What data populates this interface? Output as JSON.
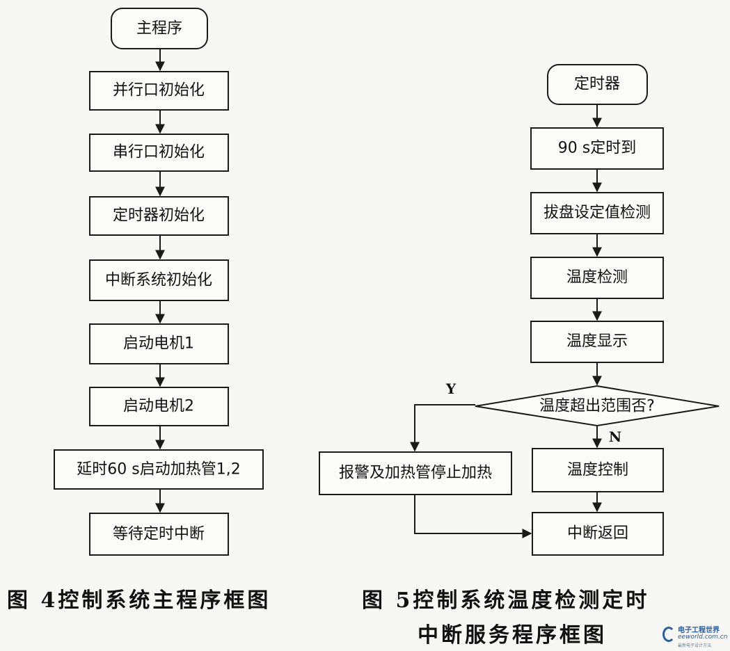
{
  "figure4": {
    "start": "主程序",
    "steps": [
      "并行口初始化",
      "串行口初始化",
      "定时器初始化",
      "中断系统初始化",
      "启动电机1",
      "启动电机2",
      "延时60 s启动加热管1,2",
      "等待定时中断"
    ],
    "caption_number": "图 4",
    "caption_text": "控制系统主程序框图"
  },
  "figure5": {
    "start": "定时器",
    "steps": [
      "90 s定时到",
      "拔盘设定值检测",
      "温度检测",
      "温度显示"
    ],
    "decision": "温度超出范围否?",
    "yes_label": "Y",
    "no_label": "N",
    "yes_branch": "报警及加热管停止加热",
    "no_branch": "温度控制",
    "end": "中断返回",
    "caption_number": "图 5",
    "caption_text_line1": "控制系统温度检测定时",
    "caption_text_line2": "中断服务程序框图"
  },
  "logo": {
    "name": "电子工程世界",
    "domain": "eeworld.com.cn",
    "tagline": "最新电子设计方法"
  },
  "colors": {
    "ink": "#1a1a1a",
    "paper": "#f7f7f5",
    "logo": "#2a5d9f"
  }
}
